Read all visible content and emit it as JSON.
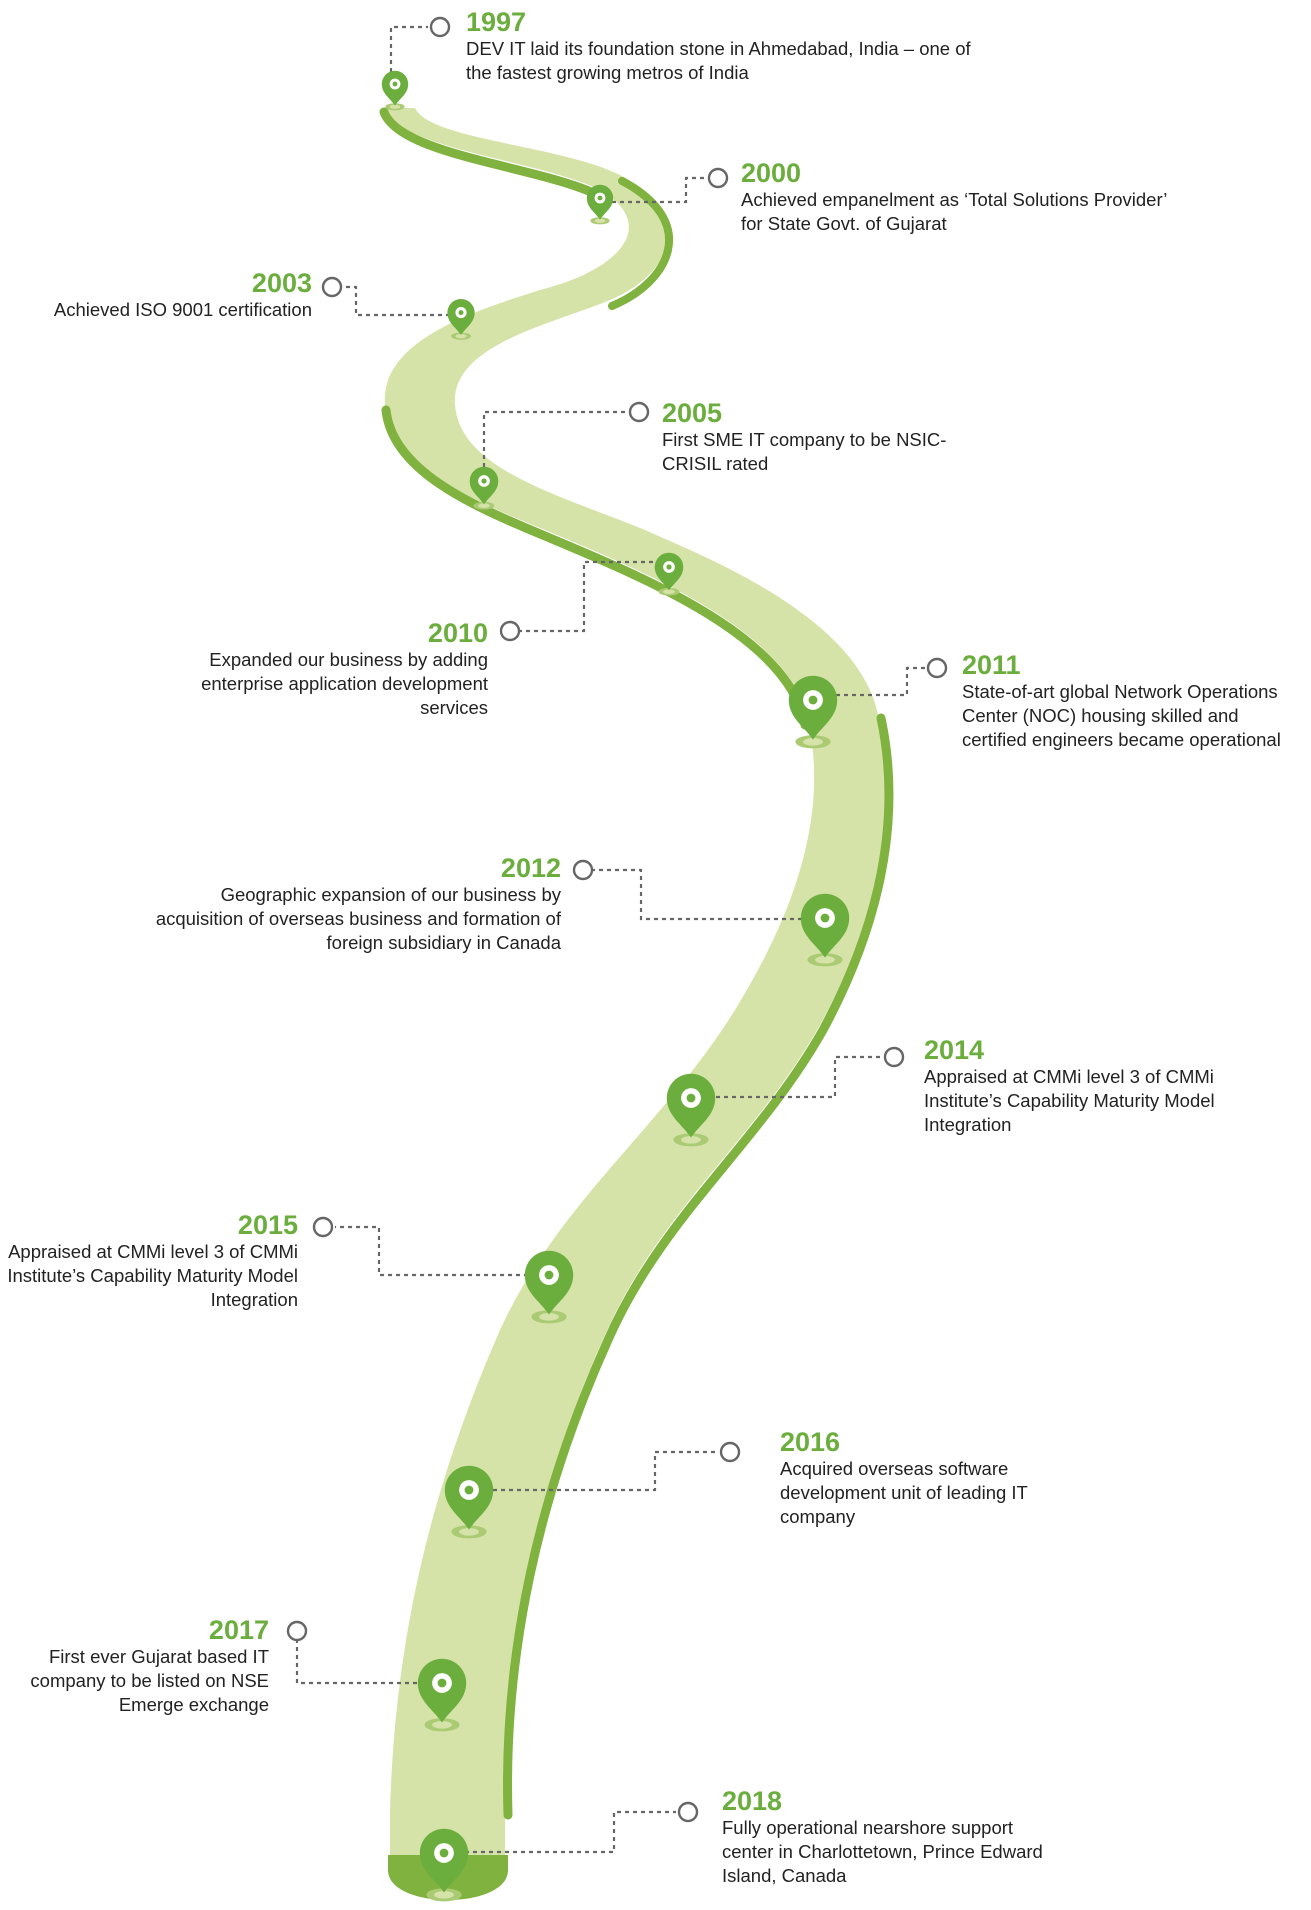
{
  "colors": {
    "accent": "#6cae3e",
    "road_fill": "#d6e3a8",
    "road_edge": "#7fb23e",
    "text": "#222222",
    "connector": "#666666"
  },
  "icons": {
    "marker": "map-pin-icon",
    "endpoint": "circle-outline-icon"
  },
  "milestones": [
    {
      "year": "1997",
      "text": "DEV IT laid its foundation stone in Ahmedabad, India – one of the fastest growing metros of India"
    },
    {
      "year": "2000",
      "text": "Achieved empanelment as ‘Total Solutions Provider’ for State Govt. of Gujarat"
    },
    {
      "year": "2003",
      "text": "Achieved ISO 9001 certification"
    },
    {
      "year": "2005",
      "text": "First SME IT company to be NSIC-CRISIL rated"
    },
    {
      "year": "2010",
      "text": "Expanded our business by adding enterprise application development services"
    },
    {
      "year": "2011",
      "text": "State-of-art global Network Operations Center (NOC) housing skilled and certified engineers became operational"
    },
    {
      "year": "2012",
      "text": "Geographic expansion of our business by acquisition of overseas business and formation of foreign subsidiary in Canada"
    },
    {
      "year": "2014",
      "text": "Appraised at CMMi level 3 of CMMi Institute’s Capability Maturity Model Integration"
    },
    {
      "year": "2015",
      "text": "Appraised at CMMi level 3 of CMMi Institute’s Capability Maturity Model Integration"
    },
    {
      "year": "2016",
      "text": "Acquired overseas software development unit of leading IT company"
    },
    {
      "year": "2017",
      "text": "First ever Gujarat based IT company to be listed on NSE Emerge exchange"
    },
    {
      "year": "2018",
      "text": "Fully operational nearshore support  center in Charlottetown, Prince Edward Island, Canada"
    }
  ]
}
